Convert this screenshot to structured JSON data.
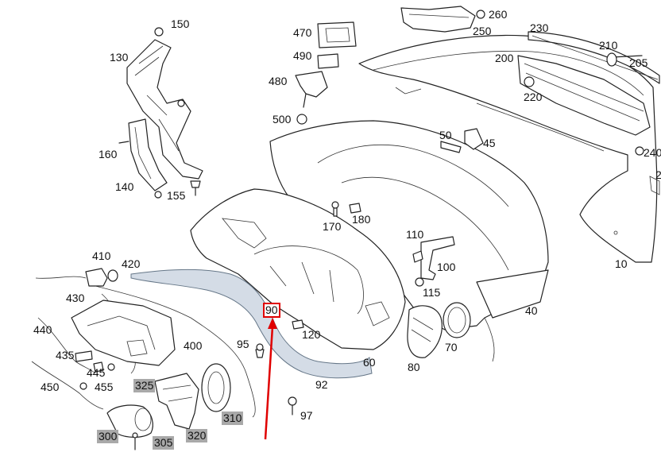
{
  "diagram": {
    "highlight_color": "#e00000",
    "part_fill_color": "#d4dce6",
    "labels": [
      {
        "key": "p150",
        "text": "150",
        "style": "plain"
      },
      {
        "key": "p130",
        "text": "130",
        "style": "plain"
      },
      {
        "key": "p160",
        "text": "160",
        "style": "plain"
      },
      {
        "key": "p140",
        "text": "140",
        "style": "plain"
      },
      {
        "key": "p155",
        "text": "155",
        "style": "plain"
      },
      {
        "key": "p470",
        "text": "470",
        "style": "plain"
      },
      {
        "key": "p490",
        "text": "490",
        "style": "plain"
      },
      {
        "key": "p480",
        "text": "480",
        "style": "plain"
      },
      {
        "key": "p500",
        "text": "500",
        "style": "plain"
      },
      {
        "key": "p260",
        "text": "260",
        "style": "plain"
      },
      {
        "key": "p250",
        "text": "250",
        "style": "plain"
      },
      {
        "key": "p230",
        "text": "230",
        "style": "plain"
      },
      {
        "key": "p210",
        "text": "210",
        "style": "plain"
      },
      {
        "key": "p200",
        "text": "200",
        "style": "plain"
      },
      {
        "key": "p205",
        "text": "205",
        "style": "plain"
      },
      {
        "key": "p220",
        "text": "220",
        "style": "plain"
      },
      {
        "key": "p240",
        "text": "240",
        "style": "plain"
      },
      {
        "key": "p2",
        "text": "2",
        "style": "plain"
      },
      {
        "key": "p50",
        "text": "50",
        "style": "plain"
      },
      {
        "key": "p45",
        "text": "45",
        "style": "plain"
      },
      {
        "key": "p170",
        "text": "170",
        "style": "plain"
      },
      {
        "key": "p180",
        "text": "180",
        "style": "plain"
      },
      {
        "key": "p110",
        "text": "110",
        "style": "plain"
      },
      {
        "key": "p100",
        "text": "100",
        "style": "plain"
      },
      {
        "key": "p10",
        "text": "10",
        "style": "plain"
      },
      {
        "key": "p115",
        "text": "115",
        "style": "plain"
      },
      {
        "key": "p40",
        "text": "40",
        "style": "plain"
      },
      {
        "key": "p410",
        "text": "410",
        "style": "plain"
      },
      {
        "key": "p420",
        "text": "420",
        "style": "plain"
      },
      {
        "key": "p430",
        "text": "430",
        "style": "plain"
      },
      {
        "key": "p440",
        "text": "440",
        "style": "plain"
      },
      {
        "key": "p400",
        "text": "400",
        "style": "plain"
      },
      {
        "key": "p435",
        "text": "435",
        "style": "plain"
      },
      {
        "key": "p445",
        "text": "445",
        "style": "plain"
      },
      {
        "key": "p455",
        "text": "455",
        "style": "plain"
      },
      {
        "key": "p450",
        "text": "450",
        "style": "plain"
      },
      {
        "key": "p95",
        "text": "95",
        "style": "plain"
      },
      {
        "key": "p90",
        "text": "90",
        "style": "highlight"
      },
      {
        "key": "p120",
        "text": "120",
        "style": "plain"
      },
      {
        "key": "p70",
        "text": "70",
        "style": "plain"
      },
      {
        "key": "p80",
        "text": "80",
        "style": "plain"
      },
      {
        "key": "p60",
        "text": "60",
        "style": "plain"
      },
      {
        "key": "p92",
        "text": "92",
        "style": "plain"
      },
      {
        "key": "p97",
        "text": "97",
        "style": "plain"
      },
      {
        "key": "p325",
        "text": "325",
        "style": "gray"
      },
      {
        "key": "p310",
        "text": "310",
        "style": "gray"
      },
      {
        "key": "p300",
        "text": "300",
        "style": "gray"
      },
      {
        "key": "p305",
        "text": "305",
        "style": "gray"
      },
      {
        "key": "p320",
        "text": "320",
        "style": "gray"
      }
    ]
  }
}
